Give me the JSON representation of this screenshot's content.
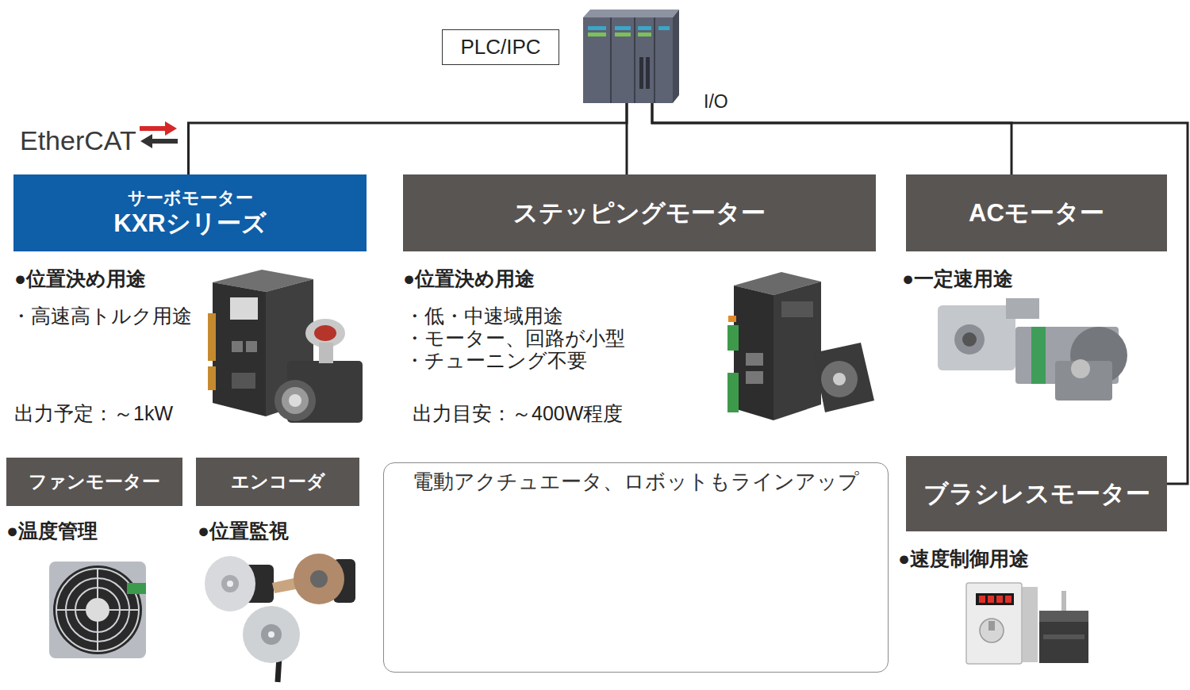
{
  "diagram": {
    "nodes": [
      {
        "text": [
          "PLC/IPC"
        ]
      },
      {
        "text": [
          "サーボモーター",
          "KXRシリーズ"
        ]
      },
      {
        "text": [
          "ステッピングモーター"
        ]
      },
      {
        "text": [
          "ACモーター"
        ]
      },
      {
        "text": [
          "ファンモーター"
        ]
      },
      {
        "text": [
          "エンコーダ"
        ]
      },
      {
        "text": [
          "電動アクチュエータ、ロボットもラインアップ"
        ]
      },
      {
        "text": [
          "ブラシレスモーター"
        ]
      }
    ],
    "edges": [
      {
        "from": 0,
        "to": 1,
        "arrow": "none"
      },
      {
        "from": 0,
        "to": 2,
        "arrow": "none"
      },
      {
        "from": 0,
        "to": 3,
        "arrow": "none"
      },
      {
        "from": 0,
        "to": 7,
        "arrow": "none"
      }
    ],
    "labels": [
      "EtherCAT",
      "I/O",
      "●位置決め用途",
      "・高速高トルク用途",
      "出力予定：～1kW",
      "●位置決め用途",
      "・低・中速域用途",
      "・モーター、回路が小型",
      "・チューニング不要",
      "出力目安：～400W程度",
      "●一定速用途",
      "●温度管理",
      "●位置監視",
      "●速度制御用途"
    ]
  }
}
